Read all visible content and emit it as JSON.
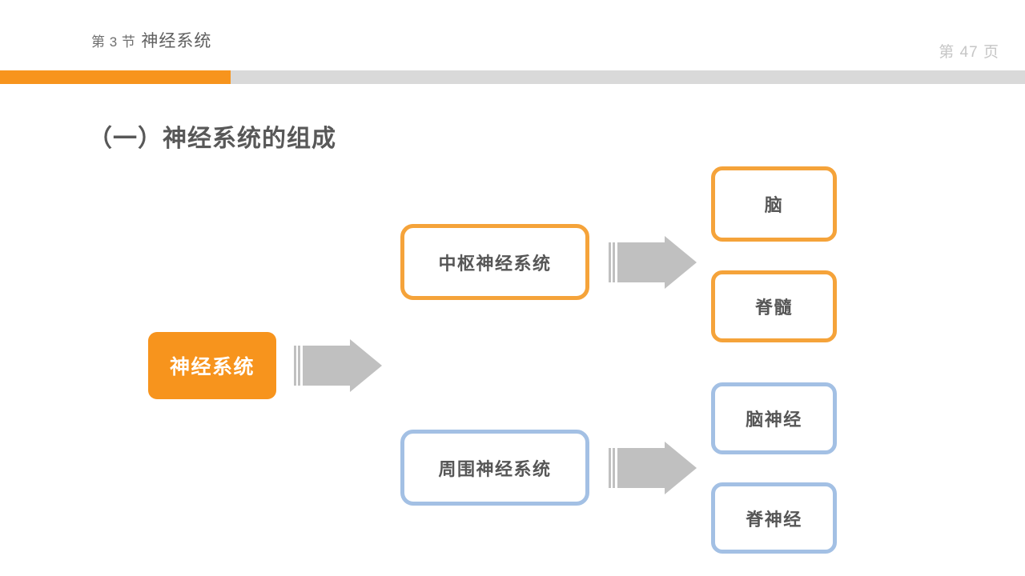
{
  "header": {
    "chapter_label": "第 3 节",
    "chapter_title": "神经系统",
    "page_label": "第 47 页"
  },
  "colors": {
    "accent_orange": "#f7941d",
    "bar_gray": "#d9d9d9",
    "box_orange_border": "#f5a33a",
    "box_blue_border": "#a3c0e4",
    "arrow_gray": "#c0c0c0",
    "text_gray": "#565656",
    "page_number_gray": "#c6c6c6"
  },
  "section": {
    "title": "（一）神经系统的组成"
  },
  "diagram": {
    "root": {
      "label": "神经系统"
    },
    "branches": [
      {
        "label": "中枢神经系统",
        "accent": "orange"
      },
      {
        "label": "周围神经系统",
        "accent": "blue"
      }
    ],
    "leaves": [
      {
        "label": "脑",
        "accent": "orange",
        "parent": "中枢神经系统"
      },
      {
        "label": "脊髓",
        "accent": "orange",
        "parent": "中枢神经系统"
      },
      {
        "label": "脑神经",
        "accent": "blue",
        "parent": "周围神经系统"
      },
      {
        "label": "脊神经",
        "accent": "blue",
        "parent": "周围神经系统"
      }
    ],
    "arrows": [
      {
        "name": "root-to-branches",
        "direction": "right"
      },
      {
        "name": "cns-to-leaves",
        "direction": "right"
      },
      {
        "name": "pns-to-leaves",
        "direction": "right"
      }
    ]
  }
}
